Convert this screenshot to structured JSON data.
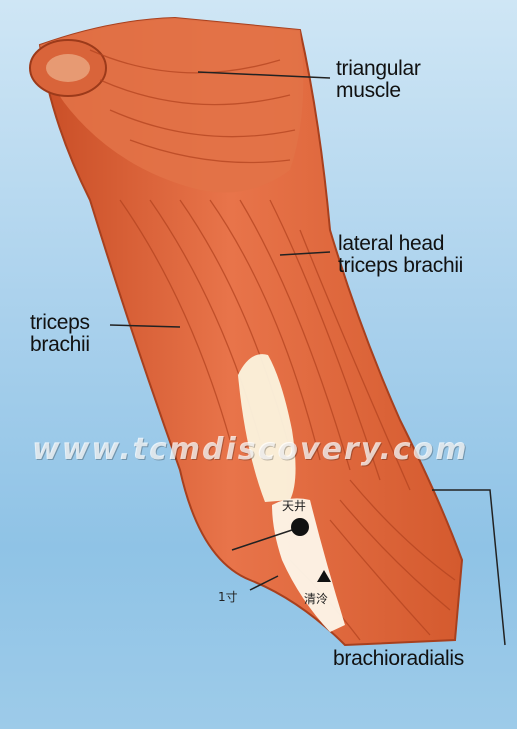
{
  "labels": {
    "triangular_muscle": "triangular\nmuscle",
    "lateral_head": "lateral head\ntriceps brachii",
    "triceps_brachii": "triceps\nbrachii",
    "brachioradialis": "brachioradialis"
  },
  "watermark": "www.tcmdiscovery.com",
  "acupoints": {
    "upper_label": "天井",
    "lower_label": "清泠",
    "distance_label": "1寸"
  },
  "colors": {
    "background": "#a8d0ec",
    "muscle": "#e0693a",
    "muscle_dark": "#b8421f",
    "tendon": "#fbf3de",
    "text": "#111111"
  }
}
